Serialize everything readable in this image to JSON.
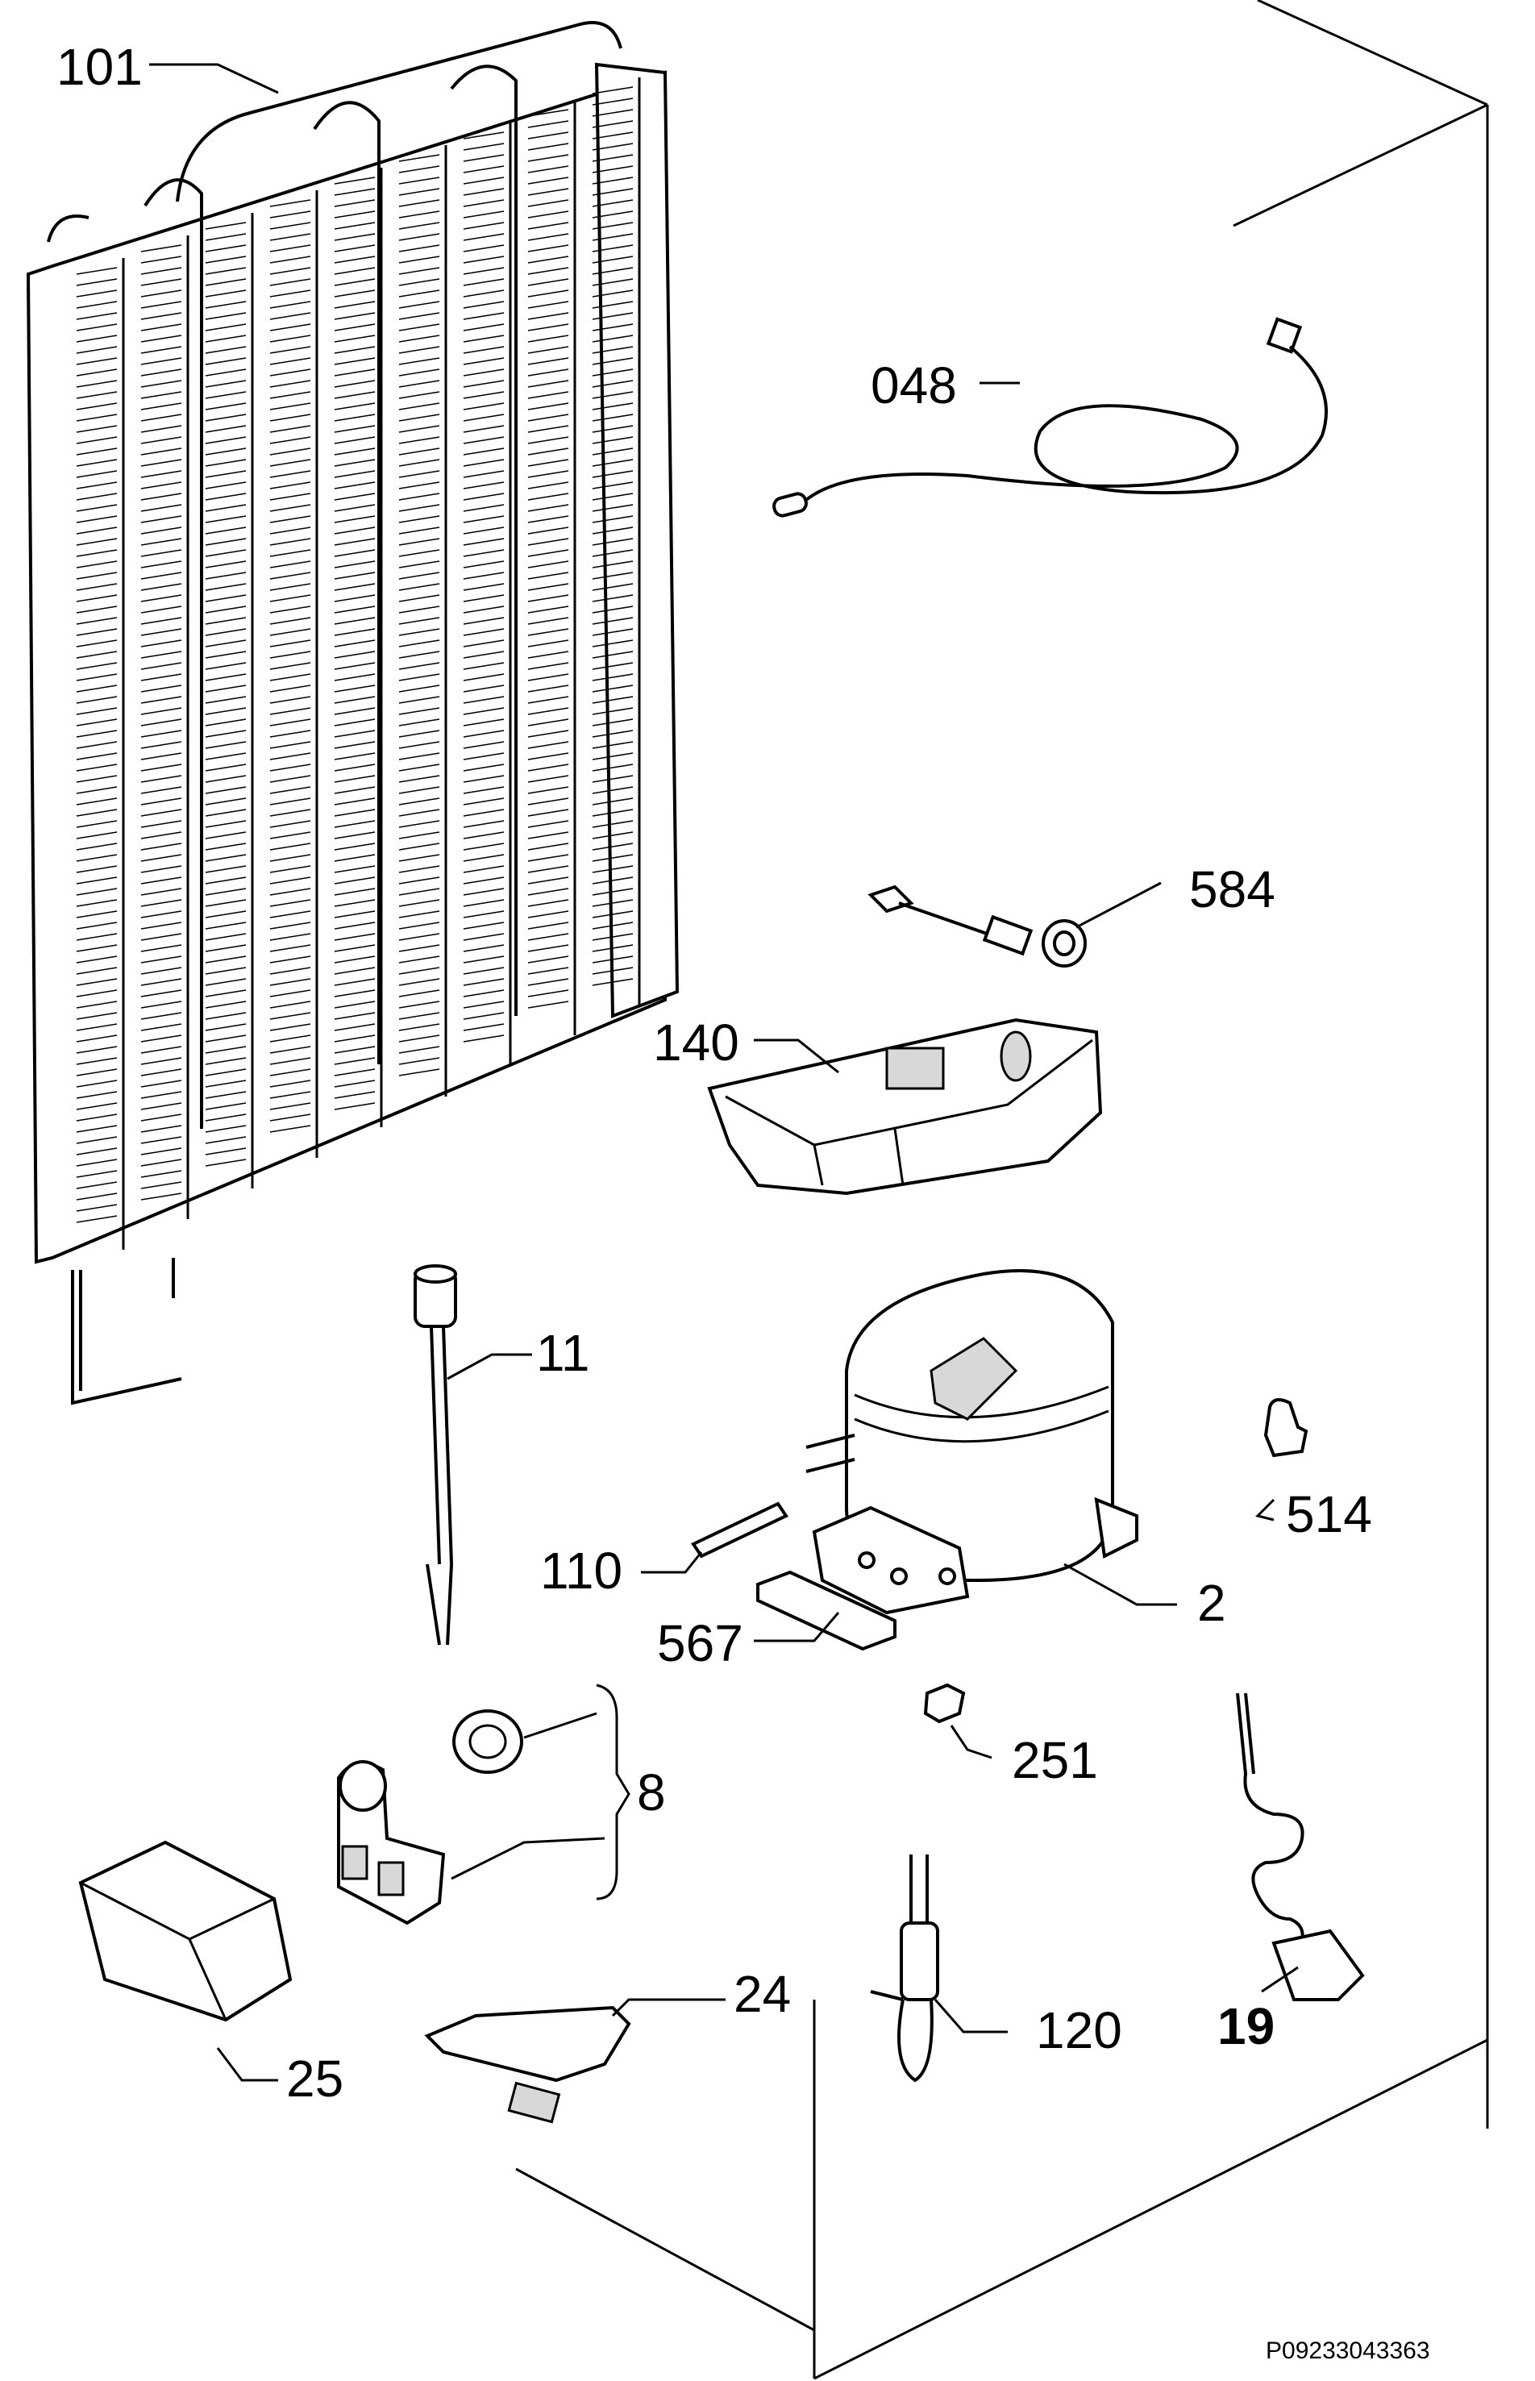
{
  "diagram": {
    "labels": {
      "l101": "101",
      "l048": "048",
      "l584": "584",
      "l140": "140",
      "l11": "11",
      "l514": "514",
      "l110": "110",
      "l2": "2",
      "l567": "567",
      "l251": "251",
      "l8": "8",
      "l24": "24",
      "l120": "120",
      "l19": "19",
      "l25": "25"
    },
    "drawing_code": "P09233043363"
  }
}
